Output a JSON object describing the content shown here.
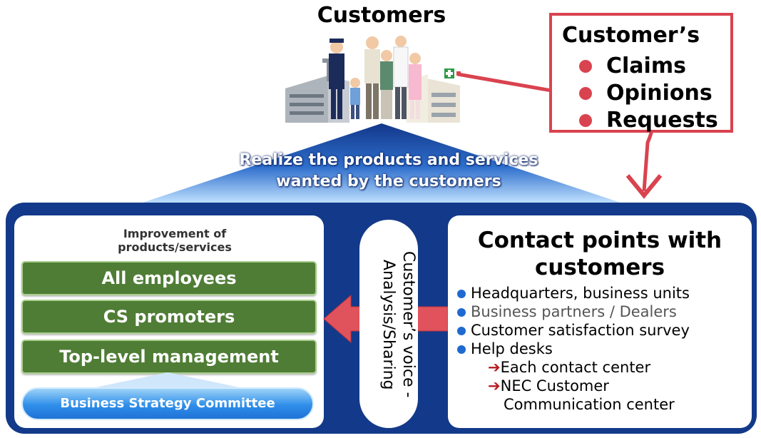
{
  "customers": {
    "title": "Customers"
  },
  "voice_box": {
    "heading": "Customer’s",
    "items": [
      "Claims",
      "Opinions",
      "Requests"
    ],
    "accent": "#d9434f"
  },
  "banner": {
    "line1": "Realize the products and services",
    "line2": "wanted by the customers"
  },
  "left": {
    "title_line1": "Improvement of",
    "title_line2": "products/services",
    "bars": [
      "All employees",
      "CS promoters",
      "Top-level management"
    ],
    "committee": "Business Strategy Committee"
  },
  "middle": {
    "text": "Customer’s voice - Analysis/Sharing"
  },
  "right": {
    "title_line1": "Contact points with",
    "title_line2": "customers",
    "items": [
      "Headquarters, business units",
      "Business partners / Dealers",
      "Customer satisfaction survey",
      "Help desks"
    ],
    "subitems": [
      "Each contact center",
      "NEC Customer",
      "Communication center"
    ]
  },
  "colors": {
    "navy": "#13398a",
    "green": "#4f7d35",
    "red": "#d9434f",
    "bullet_blue": "#1f6ad1"
  }
}
